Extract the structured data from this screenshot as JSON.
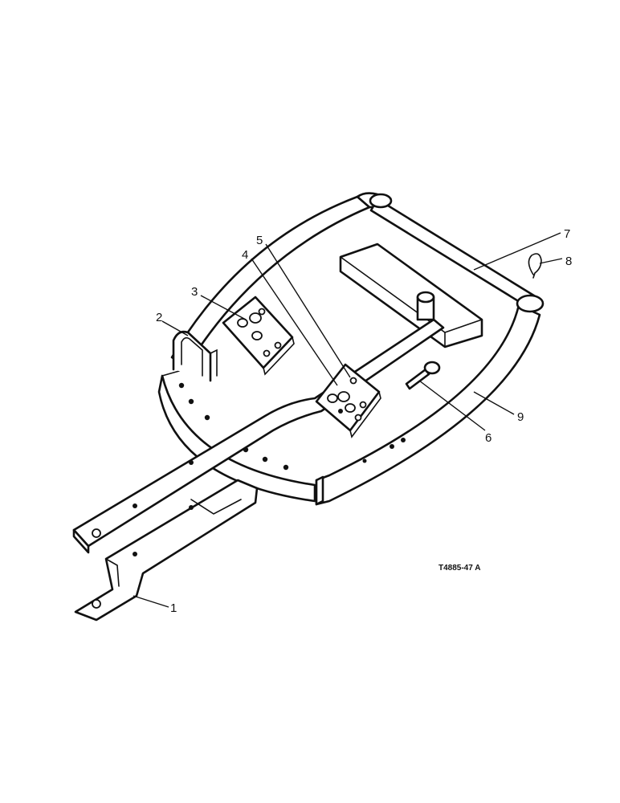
{
  "callouts": {
    "c1": "1",
    "c2": "2",
    "c3": "3",
    "c4": "4",
    "c5": "5",
    "c6": "6",
    "c7": "7",
    "c8": "8",
    "c9": "9"
  },
  "figure_ref": "T4885-47 A"
}
